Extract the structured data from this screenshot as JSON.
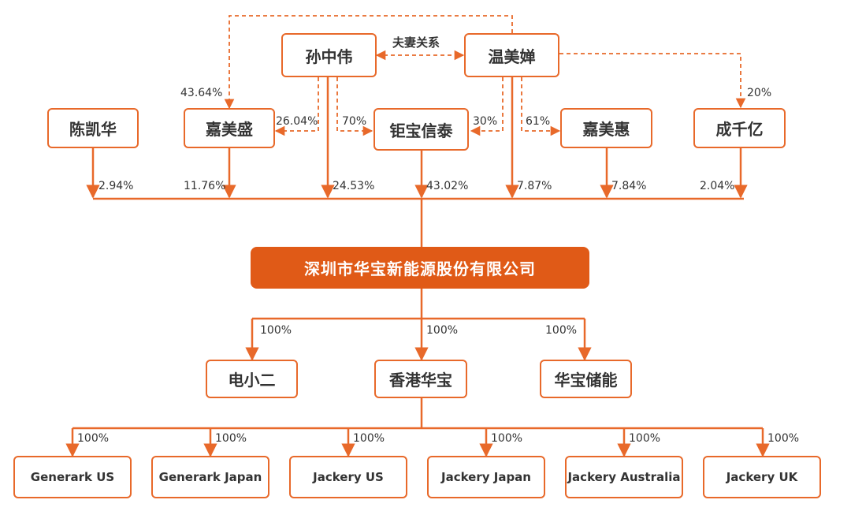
{
  "colors": {
    "accent": "#e8692a",
    "main_fill": "#e05a17"
  },
  "shareholders": {
    "sun_zhongwei": "孙中伟",
    "wen_meichan": "温美婵",
    "chen_kaihua": "陈凯华",
    "jiameisheng": "嘉美盛",
    "jubaoxintai": "钜宝信泰",
    "jiameihui": "嘉美惠",
    "chengqianyi": "成千亿"
  },
  "relation_label": "夫妻关系",
  "upper_percentages": {
    "sun_to_jiameisheng": "26.04%",
    "wen_to_jiameisheng": "43.64%",
    "sun_to_jubaoxintai": "70%",
    "wen_to_jubaoxintai": "30%",
    "wen_to_jiameihui": "61%",
    "wen_to_chengqianyi": "20%"
  },
  "stakes": {
    "chen_kaihua": "2.94%",
    "jiameisheng": "11.76%",
    "sun_zhongwei": "24.53%",
    "jubaoxintai": "43.02%",
    "wen_meichan": "7.87%",
    "jiameihui": "7.84%",
    "chengqianyi": "2.04%"
  },
  "company": "深圳市华宝新能源股份有限公司",
  "subsidiaries": [
    {
      "name": "电小二",
      "pct": "100%"
    },
    {
      "name": "香港华宝",
      "pct": "100%"
    },
    {
      "name": "华宝储能",
      "pct": "100%"
    }
  ],
  "overseas": [
    {
      "name": "Generark US",
      "pct": "100%"
    },
    {
      "name": "Generark Japan",
      "pct": "100%"
    },
    {
      "name": "Jackery US",
      "pct": "100%"
    },
    {
      "name": "Jackery Japan",
      "pct": "100%"
    },
    {
      "name": "Jackery Australia",
      "pct": "100%"
    },
    {
      "name": "Jackery UK",
      "pct": "100%"
    }
  ]
}
